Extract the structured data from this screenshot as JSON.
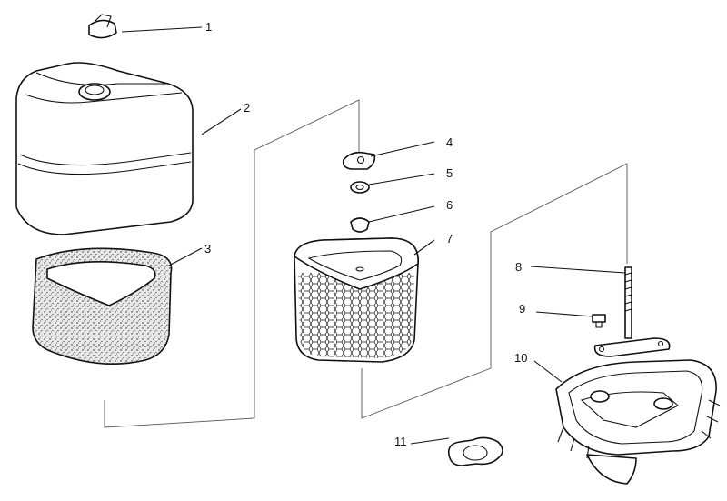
{
  "callouts": [
    {
      "id": "1",
      "label": "1"
    },
    {
      "id": "2",
      "label": "2"
    },
    {
      "id": "3",
      "label": "3"
    },
    {
      "id": "4",
      "label": "4"
    },
    {
      "id": "5",
      "label": "5"
    },
    {
      "id": "6",
      "label": "6"
    },
    {
      "id": "7",
      "label": "7"
    },
    {
      "id": "8",
      "label": "8"
    },
    {
      "id": "9",
      "label": "9"
    },
    {
      "id": "10",
      "label": "10"
    },
    {
      "id": "11",
      "label": "11"
    }
  ],
  "colors": {
    "line": "#111111",
    "background": "#ffffff"
  }
}
